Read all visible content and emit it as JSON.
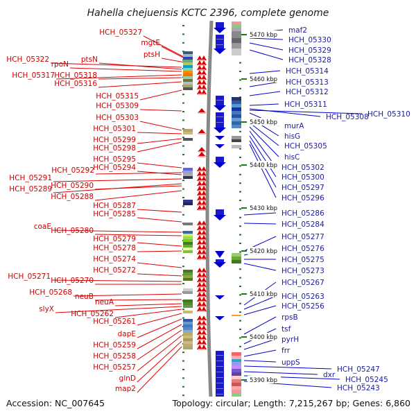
{
  "title": "Hahella chejuensis KCTC 2396, complete genome",
  "footer": {
    "accession": "Accession: NC_007645",
    "topology": "Topology: circular; Length: 7,215,267 bp; Genes: 6,860"
  },
  "colors": {
    "forward": "#dd0000",
    "reverse": "#0000cc",
    "backbone": "#888888",
    "kbp_marker": "#1a7a1a"
  },
  "kbp_ticks": [
    "5470 kbp",
    "5460 kbp",
    "5450 kbp",
    "5440 kbp",
    "5430 kbp",
    "5420 kbp",
    "5410 kbp",
    "5400 kbp",
    "5390 kbp"
  ],
  "left_genes": [
    "HCH_05327",
    "mgtE",
    "ptsH",
    "HCH_05322",
    "ptsN",
    "rpoN",
    "HCH_05317",
    "HCH_05318",
    "HCH_05316",
    "HCH_05315",
    "HCH_05309",
    "HCH_05303",
    "HCH_05301",
    "HCH_05299",
    "HCH_05298",
    "HCH_05295",
    "HCH_05292",
    "HCH_05294",
    "HCH_05291",
    "HCH_05289",
    "HCH_05290",
    "HCH_05288",
    "HCH_05287",
    "HCH_05285",
    "coaE",
    "HCH_05280",
    "HCH_05279",
    "HCH_05278",
    "HCH_05274",
    "HCH_05272",
    "HCH_05271",
    "HCH_05270",
    "HCH_05268",
    "neuB",
    "neuA",
    "slyX",
    "HCH_05262",
    "HCH_05261",
    "dapE",
    "HCH_05259",
    "HCH_05258",
    "HCH_05257",
    "glnD",
    "map2"
  ],
  "right_genes": [
    "maf2",
    "HCH_05330",
    "HCH_05329",
    "HCH_05328",
    "HCH_05314",
    "HCH_05313",
    "HCH_05312",
    "HCH_05311",
    "HCH_05308",
    "HCH_05310",
    "murA",
    "hisG",
    "HCH_05305",
    "hisC",
    "HCH_05302",
    "HCH_05300",
    "HCH_05297",
    "HCH_05296",
    "HCH_05286",
    "HCH_05284",
    "HCH_05277",
    "HCH_05276",
    "HCH_05275",
    "HCH_05273",
    "HCH_05267",
    "HCH_05263",
    "HCH_05256",
    "rpsB",
    "tsf",
    "pyrH",
    "frr",
    "uppS",
    "HCH_05247",
    "dxr",
    "HCH_05245",
    "HCH_05243"
  ]
}
